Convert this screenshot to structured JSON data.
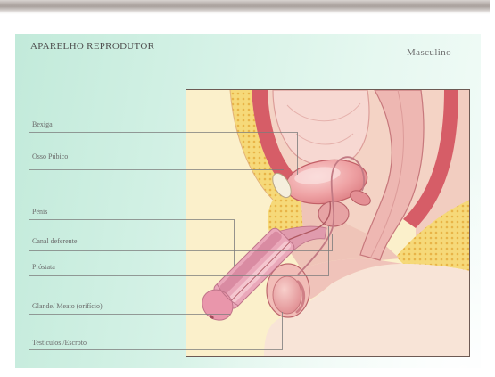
{
  "diagram": {
    "title": "APARELHO REPRODUTOR",
    "subtitle": "Masculino",
    "labels": [
      "Bexiga",
      "Osso Púbico",
      "Pênis",
      "Canal deferente",
      "Próstata",
      "Glande/ Meato (orifício)",
      "Testículos /Escroto"
    ]
  },
  "colors": {
    "panel_background": "#d3f1e5",
    "title_text": "#4e4e4e",
    "label_text": "#6a6a6a",
    "leader_line": "#7c7c7c",
    "frame": "#6d5a54"
  }
}
